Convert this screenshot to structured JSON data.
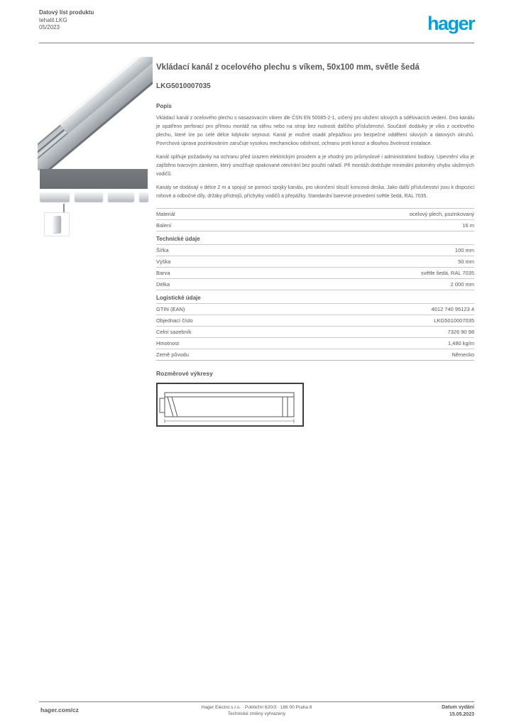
{
  "header": {
    "doc_type": "Datový list produktu",
    "family": "tehalit.LKG",
    "date": "05/2023",
    "brand": "hager"
  },
  "product": {
    "title": "Vkládací kanál z ocelového plechu s víkem, 50x100 mm, světle šedá",
    "ref": "LKG5010007035",
    "description_label": "Popis",
    "description_1": "Vkládací kanál z ocelového plechu s nasazovacím víkem dle ČSN EN 50085-2-1, určený pro uložení silových a sdělovacích vedení. Dno kanálu je opatřeno perforací pro přímou montáž na stěnu nebo na strop bez nutnosti dalšího příslušenství. Součástí dodávky je víko z ocelového plechu, které lze po celé délce kdykoliv sejmout. Kanál je možné osadit přepážkou pro bezpečné oddělení silových a datových okruhů. Povrchová úprava pozinkováním zaručuje vysokou mechanickou odolnost, ochranu proti korozi a dlouhou životnost instalace.",
    "description_2": "Kanál splňuje požadavky na ochranu před úrazem elektrickým proudem a je vhodný pro průmyslové i administrativní budovy. Upevnění víka je zajištěno tvarovým zámkem, který umožňuje opakované otevírání bez použití nářadí. Při montáži dodržujte minimální poloměry ohybu uložených vodičů.",
    "description_3": "Kanály se dodávají v délce 2 m a spojují se pomocí spojky kanálu, pro ukončení slouží koncová deska. Jako další příslušenství jsou k dispozici rohové a odbočné díly, držáky přístrojů, příchytky vodičů a přepážky. Standardní barevné provedení světle šedá, RAL 7035."
  },
  "specs": {
    "sections": [
      {
        "heading": "",
        "rows": [
          {
            "label": "Materiál",
            "value": "ocelový plech, pozinkovaný"
          },
          {
            "label": "Balení",
            "value": "16 m"
          }
        ]
      },
      {
        "heading": "Technické údaje",
        "rows": [
          {
            "label": "Šířka",
            "value": "100 mm"
          },
          {
            "label": "Výška",
            "value": "50 mm"
          },
          {
            "label": "Barva",
            "value": "světle šedá, RAL 7035"
          },
          {
            "label": "Délka",
            "value": "2 000 mm"
          }
        ]
      },
      {
        "heading": "Logistické údaje",
        "rows": [
          {
            "label": "GTIN (EAN)",
            "value": "4012 740 95123 4"
          },
          {
            "label": "Objednací číslo",
            "value": "LKG5010007035"
          },
          {
            "label": "Celní sazebník",
            "value": "7326 90 98"
          },
          {
            "label": "Hmotnost",
            "value": "1,480 kg/m"
          },
          {
            "label": "Země původu",
            "value": "Německo"
          }
        ]
      }
    ]
  },
  "gallery": {
    "panel_color": "#6f7277",
    "items": [
      {
        "name": "thumb-kanal"
      },
      {
        "name": "thumb-viko"
      },
      {
        "name": "thumb-profil"
      },
      {
        "name": "thumb-spojka"
      }
    ],
    "selected": {
      "name": "thumb-detail-spojka"
    }
  },
  "drawing": {
    "heading": "Rozměrové výkresy"
  },
  "footer": {
    "site": "hager.com/cz",
    "line1": "Hager Electro s.r.o. · Pobřežní 620/3 · 186 00 Praha 8",
    "line2": "Technické změny vyhrazeny",
    "right_line1": "Datum vydání",
    "right_line2": "15.05.2023"
  },
  "colors": {
    "brand_blue": "#00a0e1",
    "text_gray": "#55565b",
    "separator_gray": "#c9c9cb"
  }
}
